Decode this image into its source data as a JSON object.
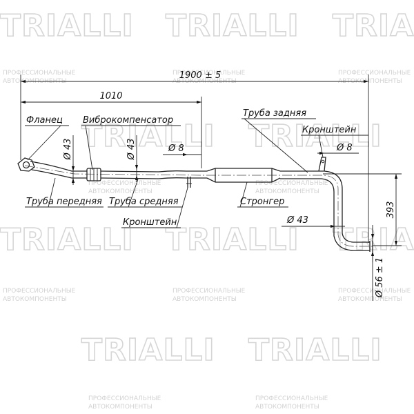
{
  "watermark": {
    "logo": "TRIALLI",
    "line1": "ПРОФЕССИОНАЛЬНЫЕ",
    "line2": "АВТОКОМПОНЕНТЫ"
  },
  "dimensions": {
    "total_length": "1900 ± 5",
    "front_length": "1010",
    "height": "393",
    "outlet_diameter": "Ø 56 ± 1",
    "d43_front": "Ø 43",
    "d43_middle": "Ø 43",
    "d8_front": "Ø 8",
    "d8_rear": "Ø 8",
    "d43_rear": "Ø 43"
  },
  "labels": {
    "flange": "Фланец",
    "flex": "Виброкомпенсатор",
    "rear_pipe": "Труба задняя",
    "bracket_rear": "Кронштейн",
    "front_pipe": "Труба передняя",
    "middle_pipe": "Труба средняя",
    "stronger": "Стронгер",
    "bracket_front": "Кронштейн"
  }
}
